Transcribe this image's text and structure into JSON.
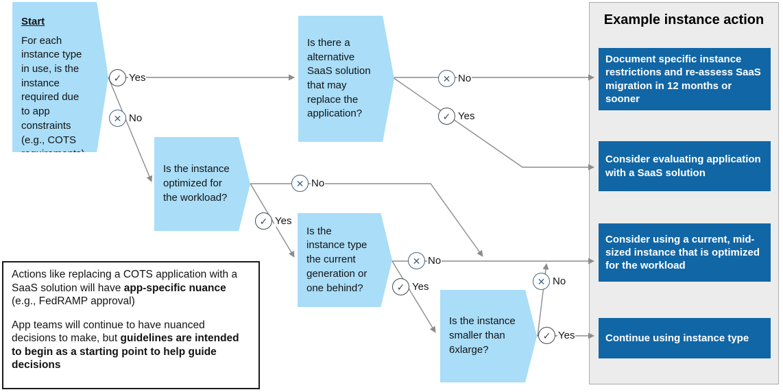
{
  "colors": {
    "decision_fill": "#a9ddf8",
    "action_fill": "#1166a6",
    "action_text": "#ffffff",
    "panel_bg": "#ececec",
    "panel_border": "#ababab",
    "line": "#8c8c8c",
    "yes_icon": "#3f474e",
    "no_icon": "#45617f",
    "text": "#131313"
  },
  "labels": {
    "yes": "Yes",
    "no": "No"
  },
  "icons": {
    "yes_check": "✓",
    "no_cross": "✕"
  },
  "flow": {
    "start": {
      "title": "Start",
      "text": "For each instance type in use, is the instance required due to app constraints (e.g., COTS requirements)"
    },
    "questions": {
      "saas": "Is there a alternative SaaS solution that may replace the application?",
      "optimized": "Is the instance optimized for the workload?",
      "generation": "Is the instance type the current generation or one behind?",
      "sixxlarge": "Is the instance smaller than 6xlarge?"
    }
  },
  "panel": {
    "title": "Example instance action",
    "actions": [
      "Document specific instance restrictions and re-assess SaaS migration in 12 months or sooner",
      "Consider evaluating application with a SaaS solution",
      "Consider using a current, mid-sized instance that is optimized for the workload",
      "Continue using instance type"
    ]
  },
  "note": {
    "p1": [
      {
        "t": "Actions like replacing a COTS application with a SaaS solution will have ",
        "b": false
      },
      {
        "t": "app-specific nuance",
        "b": true
      },
      {
        "t": " (e.g., FedRAMP approval)",
        "b": false
      }
    ],
    "p2": [
      {
        "t": "App teams will continue to have nuanced decisions to make, but ",
        "b": false
      },
      {
        "t": "guidelines are intended to begin as a starting point to help guide decisions",
        "b": true
      }
    ]
  }
}
